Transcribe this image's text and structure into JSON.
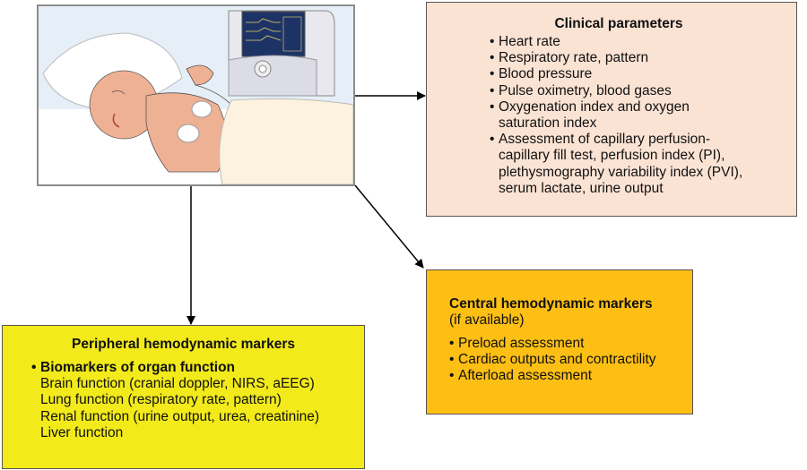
{
  "illustration": {
    "description": "Newborn infant lying in bed with chest electrodes, covered by blanket, bedside monitor in background"
  },
  "clinical_parameters": {
    "title": "Clinical parameters",
    "items": [
      {
        "text": "Heart rate"
      },
      {
        "text": "Respiratory rate, pattern"
      },
      {
        "text": "Blood pressure"
      },
      {
        "text": "Pulse oximetry, blood gases"
      },
      {
        "text": "Oxygenation index and oxygen",
        "cont": [
          "saturation index"
        ]
      },
      {
        "text": "Assessment of capillary perfusion-",
        "cont": [
          "capillary fill test, perfusion index (PI),",
          "plethysmography variability index (PVI),",
          "serum lactate, urine output"
        ]
      }
    ]
  },
  "central_markers": {
    "title": "Central hemodynamic markers",
    "subtitle": "(if available)",
    "items": [
      "Preload assessment",
      "Cardiac outputs and contractility",
      "Afterload assessment"
    ]
  },
  "peripheral_markers": {
    "title": "Peripheral hemodynamic markers",
    "heading_item": "Biomarkers of organ function",
    "items": [
      "Brain function (cranial doppler, NIRS, aEEG)",
      "Lung function (respiratory rate, pattern)",
      "Renal function (urine output, urea, creatinine)",
      "Liver function"
    ]
  },
  "bullet": "•",
  "colors": {
    "clinical_bg": "#fbe3d4",
    "central_bg": "#fdbf14",
    "peripheral_bg": "#f2ea1a"
  }
}
